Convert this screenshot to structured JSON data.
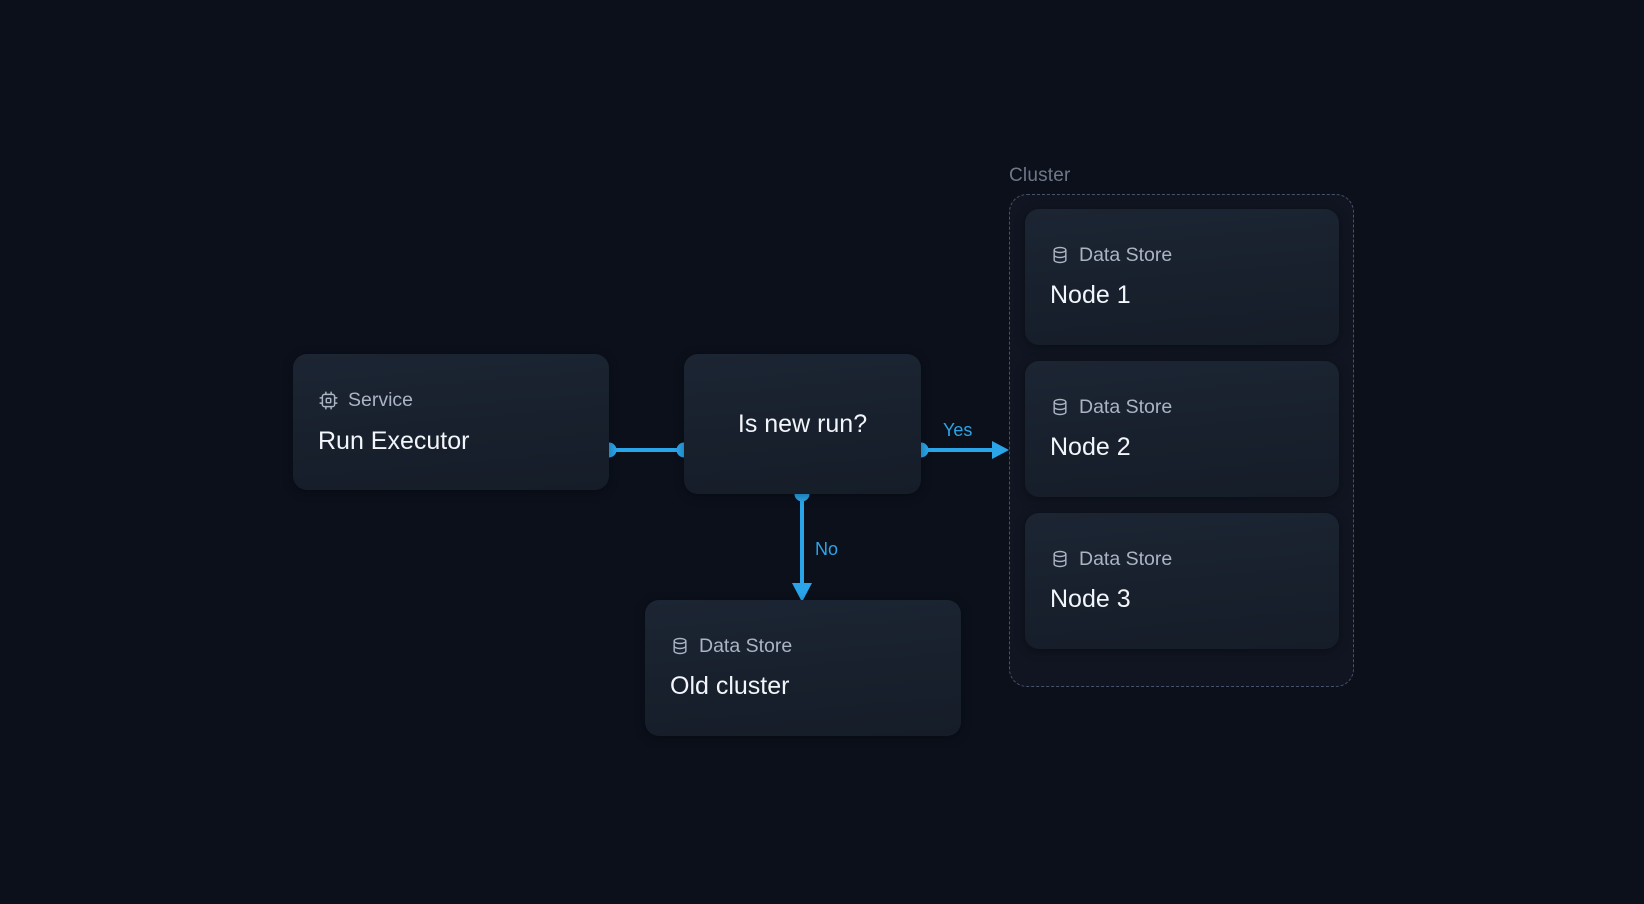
{
  "diagram": {
    "background_color": "#0b101b",
    "accent_color": "#2aa5ea",
    "card_color": "#1a2230",
    "muted_text_color": "#6d7889"
  },
  "groups": [
    {
      "id": "cluster",
      "label": "Cluster",
      "style": "dashed"
    }
  ],
  "nodes": {
    "service": {
      "type_label": "Service",
      "type_icon": "cpu-chip-icon",
      "title": "Run Executor"
    },
    "decision": {
      "title": "Is new run?",
      "shape": "rounded-rect"
    },
    "old_cluster": {
      "type_label": "Data Store",
      "type_icon": "database-icon",
      "title": "Old cluster"
    },
    "node1": {
      "type_label": "Data Store",
      "type_icon": "database-icon",
      "title": "Node 1"
    },
    "node2": {
      "type_label": "Data Store",
      "type_icon": "database-icon",
      "title": "Node 2"
    },
    "node3": {
      "type_label": "Data Store",
      "type_icon": "database-icon",
      "title": "Node 3"
    }
  },
  "edges": [
    {
      "id": "service-to-decision",
      "from": "service",
      "to": "decision",
      "label": "",
      "arrow": false
    },
    {
      "id": "decision-to-cluster",
      "from": "decision",
      "to": "cluster",
      "label": "Yes",
      "arrow": true
    },
    {
      "id": "decision-to-old-cluster",
      "from": "decision",
      "to": "old_cluster",
      "label": "No",
      "arrow": true
    }
  ]
}
